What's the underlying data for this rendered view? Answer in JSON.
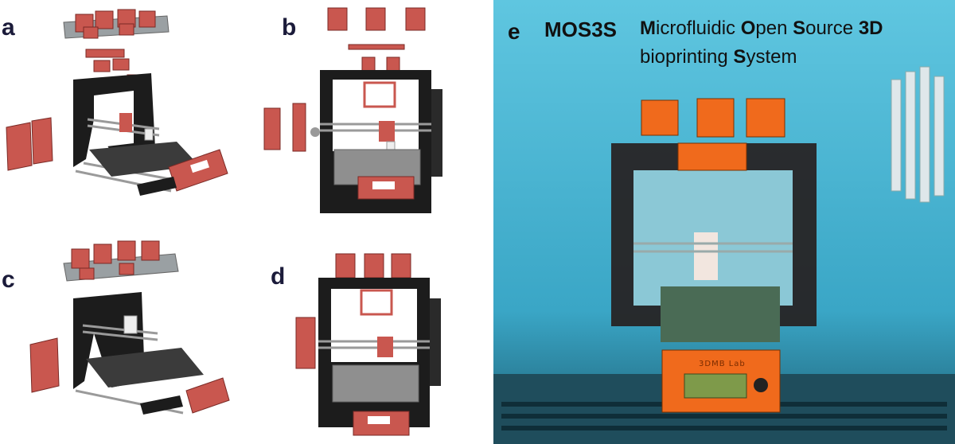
{
  "panels": {
    "a": {
      "label": "a"
    },
    "b": {
      "label": "b"
    },
    "c": {
      "label": "c"
    },
    "d": {
      "label": "d"
    },
    "e": {
      "label": "e"
    }
  },
  "photo": {
    "acronym": "MOS3S",
    "title_line1_parts": [
      {
        "text": "M",
        "bold": true
      },
      {
        "text": "icrofluidic ",
        "bold": false
      },
      {
        "text": "O",
        "bold": true
      },
      {
        "text": "pen ",
        "bold": false
      },
      {
        "text": "S",
        "bold": true
      },
      {
        "text": "ource ",
        "bold": false
      },
      {
        "text": "3D",
        "bold": true
      }
    ],
    "title_line2_parts": [
      {
        "text": "bioprinting ",
        "bold": false
      },
      {
        "text": "S",
        "bold": true
      },
      {
        "text": "ystem",
        "bold": false
      }
    ],
    "lcd_brand": "3DMB Lab"
  },
  "colors": {
    "frame": "#1c1c1c",
    "part_red": "#c9574f",
    "part_orange": "#f06a1c",
    "bed": "#3a3a3a",
    "hood_blue": "#49b5d3"
  }
}
